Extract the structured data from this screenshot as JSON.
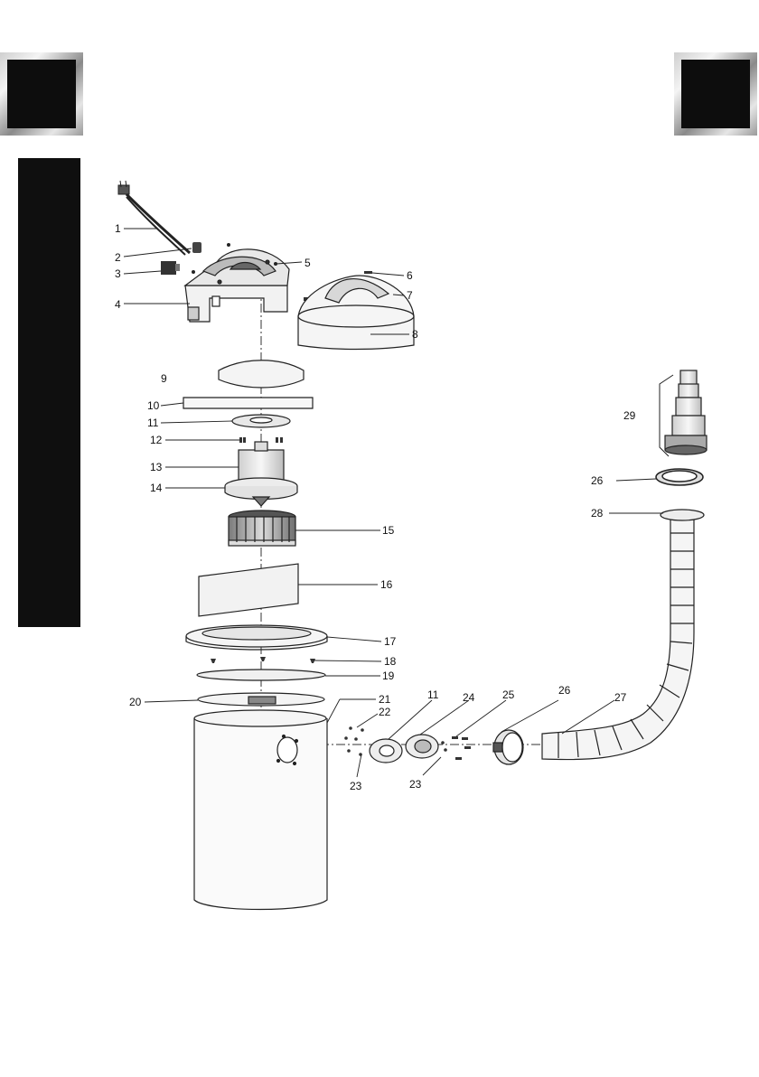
{
  "callouts": [
    {
      "id": "c1",
      "text": "1"
    },
    {
      "id": "c2",
      "text": "2"
    },
    {
      "id": "c3",
      "text": "3"
    },
    {
      "id": "c4",
      "text": "4"
    },
    {
      "id": "c5",
      "text": "5"
    },
    {
      "id": "c6",
      "text": "6"
    },
    {
      "id": "c7",
      "text": "7"
    },
    {
      "id": "c8",
      "text": "8"
    },
    {
      "id": "c9",
      "text": "9"
    },
    {
      "id": "c10",
      "text": "10"
    },
    {
      "id": "c11",
      "text": "11"
    },
    {
      "id": "c12",
      "text": "12"
    },
    {
      "id": "c13",
      "text": "13"
    },
    {
      "id": "c14",
      "text": "14"
    },
    {
      "id": "c15",
      "text": "15"
    },
    {
      "id": "c16",
      "text": "16"
    },
    {
      "id": "c17",
      "text": "17"
    },
    {
      "id": "c18",
      "text": "18"
    },
    {
      "id": "c19",
      "text": "19"
    },
    {
      "id": "c20",
      "text": "20"
    },
    {
      "id": "c21",
      "text": "21"
    },
    {
      "id": "c22",
      "text": "22"
    },
    {
      "id": "c23a",
      "text": "23"
    },
    {
      "id": "c23b",
      "text": "23"
    },
    {
      "id": "c11b",
      "text": "11"
    },
    {
      "id": "c24",
      "text": "24"
    },
    {
      "id": "c25",
      "text": "25"
    },
    {
      "id": "c26a",
      "text": "26"
    },
    {
      "id": "c26b",
      "text": "26"
    },
    {
      "id": "c27",
      "text": "27"
    },
    {
      "id": "c28",
      "text": "28"
    },
    {
      "id": "c29",
      "text": "29"
    }
  ]
}
